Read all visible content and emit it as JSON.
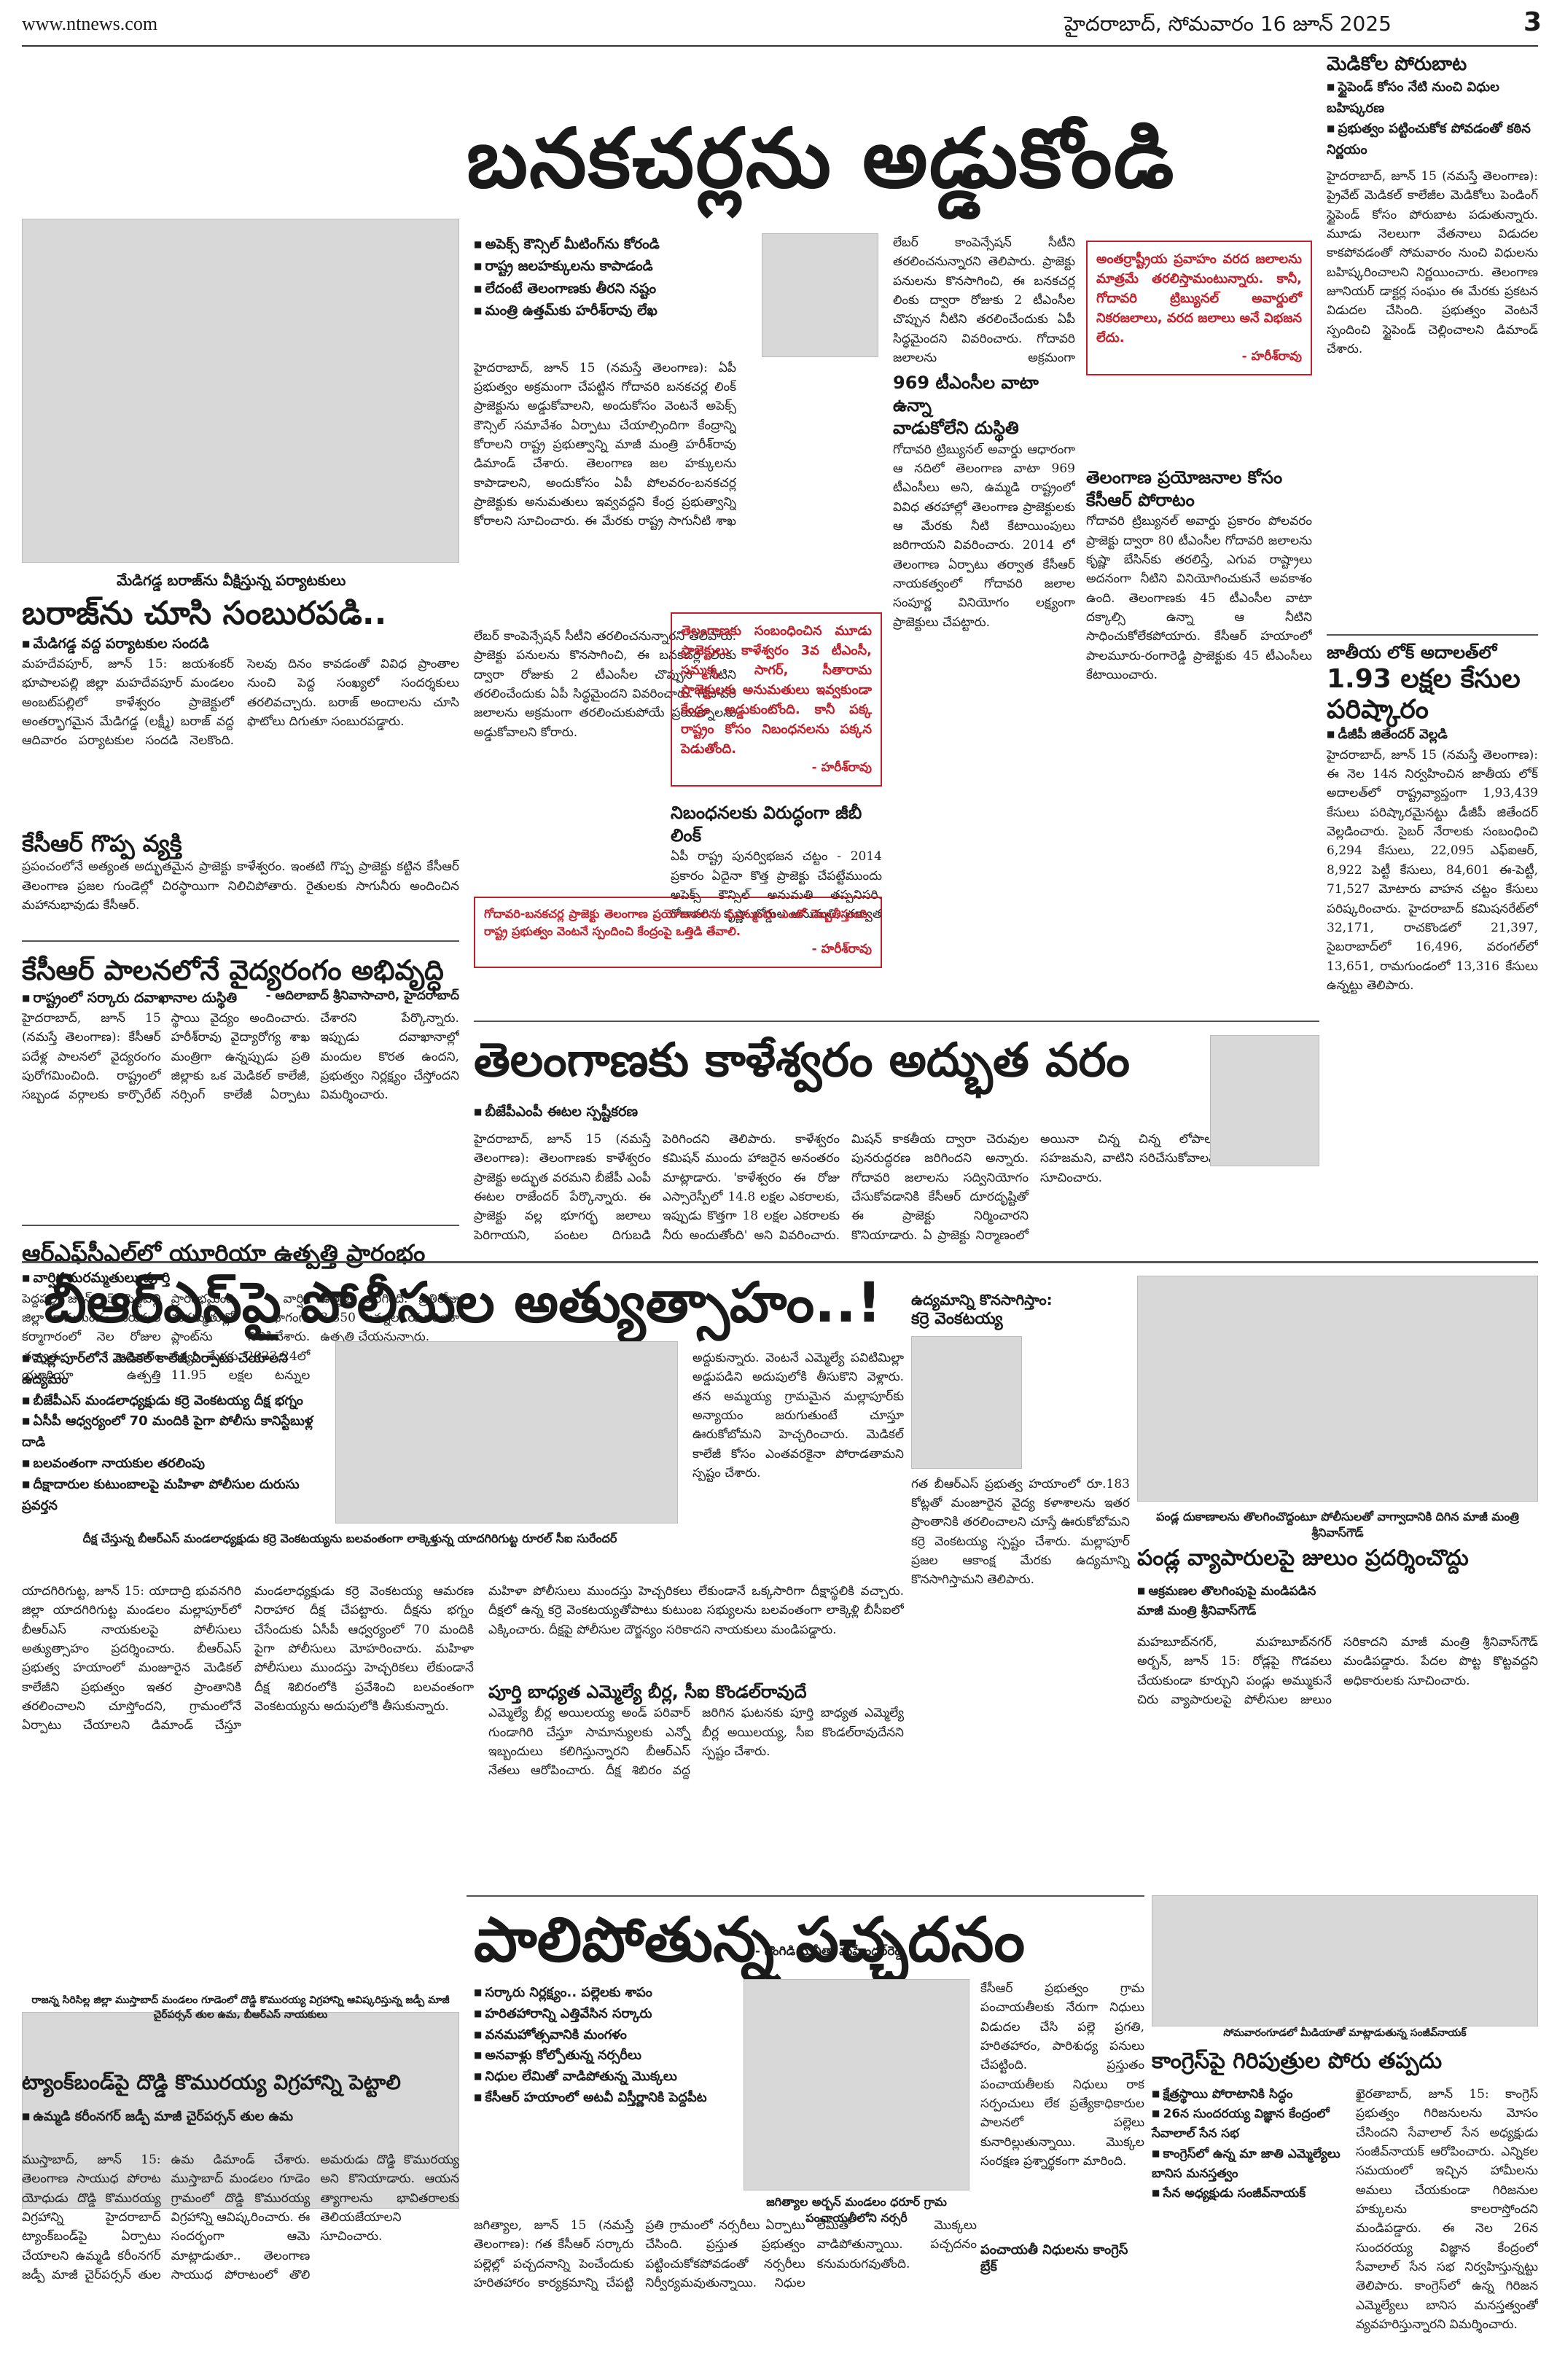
{
  "header": {
    "site": "www.ntnews.com",
    "dateline": "హైదరాబాద్, సోమవారం 16 జూన్ 2025",
    "page_number": "3"
  },
  "lead": {
    "headline": "బనకచర్లను అడ్డుకోండి",
    "bullets": [
      "అపెక్స్ కౌన్సిల్ మీటింగ్‌ను కోరండి",
      "రాష్ట్ర జలహక్కులను కాపాడండి",
      "లేదంటే తెలంగాణకు తీరని నష్టం",
      "మంత్రి ఉత్తమ్‌కు హరీశ్‌రావు లేఖ"
    ],
    "body": "హైదరాబాద్, జూన్ 15 (నమస్తే తెలంగాణ): ఏపీ ప్రభుత్వం అక్రమంగా చేపట్టిన గోదావరి బనకచర్ల లింక్ ప్రాజెక్టును అడ్డుకోవాలని, అందుకోసం వెంటనే అపెక్స్ కౌన్సిల్ సమావేశం ఏర్పాటు చేయాల్సిందిగా కేంద్రాన్ని కోరాలని రాష్ట్ర ప్రభుత్వాన్ని మాజీ మంత్రి హరీశ్‌రావు డిమాండ్ చేశారు. తెలంగాణ జల హక్కులను కాపాడాలని, అందుకోసం ఏపీ పోలవరం-బనకచర్ల ప్రాజెక్టుకు అనుమతులు ఇవ్వవద్దని కేంద్ర ప్రభుత్వాన్ని కోరాలని సూచించారు. ఈ మేరకు రాష్ట్ర సాగునీటి శాఖ మంత్రి ఉత్తమ్‌కుమార్‌రెడ్డికి ఆదివారం లేఖ రాశారు.",
    "redbox": "తెలంగాణకు సంబంధించిన మూడు ప్రాజెక్టులు కాళేశ్వరం 3వ టీఎంసీ, సమ్మక్క సాగర్, సీతారామ ప్రాజెక్టులకు అనుమతులు ఇవ్వకుండా కేంద్రం అడ్డుకుంటోంది. కానీ పక్క రాష్ట్రం కోసం నిబంధనలను పక్కన పెడుతోంది.",
    "signature": "- హరీశ్‌రావు",
    "col3": "లేబర్ కాంపెన్సేషన్ సీటీని తరలించనున్నారని తెలిపారు. ప్రాజెక్టు పనులను కొనసాగించి, ఈ బనకచర్ల లింకు ద్వారా రోజుకు 2 టీఎంసీల చొప్పున నీటిని తరలించేందుకు ఏపీ సిద్ధమైందని వివరించారు. గోదావరి జలాలను అక్రమంగా తరలించుకుపోయే ప్రయత్నాలను అడ్డుకోవాలని కోరారు.",
    "subhead": "నిబంధనలకు విరుద్ధంగా జీబీ లింక్",
    "col3b": "ఏపీ రాష్ట్ర పునర్విభజన చట్టం - 2014 ప్రకారం ఏదైనా కొత్త ప్రాజెక్టు చేపట్టేముందు అపెక్స్ కౌన్సిల్ అనుమతి తప్పనిసరి. గోదావరి / కృష్ణా బోర్డుల అనుమతి, తర్వాత అపెక్స్ కౌన్సిల్ అనుమతి తప్పనిసరి.",
    "redbox2": "గోదావరి-బనకచర్ల ప్రాజెక్టు తెలంగాణ ప్రయోజనాలను మున్ముందు ఎంతో దెబ్బతీస్తుంది. రాష్ట్ర ప్రభుత్వం వెంటనే స్పందించి కేంద్రంపై ఒత్తిడి తేవాలి.",
    "signature2": "- హరీశ్‌రావు",
    "col4_head": "969 టీఎంసీల వాటా ఉన్నా",
    "col4_head2": "వాడుకోలేని దుస్థితి",
    "col4": "గోదావరి ట్రిబ్యునల్ అవార్డు ఆధారంగా ఆ నదిలో తెలంగాణ వాటా 969 టీఎంసీలు అని, ఉమ్మడి రాష్ట్రంలో వివిధ తరహాల్లో తెలంగాణ ప్రాజెక్టులకు ఆ మేరకు నీటి కేటాయింపులు జరిగాయని వివరించారు. 2014 లో తెలంగాణ ఏర్పాటు తర్వాత కేసీఆర్ నాయకత్వంలో గోదావరి జలాల సంపూర్ణ వినియోగం లక్ష్యంగా ప్రాజెక్టులు చేపట్టారు.",
    "redbox3": "అంతర్రాష్ట్రీయ ప్రవాహం వరద జలాలను మాత్రమే తరలిస్తామంటున్నారు. కానీ, గోదావరి ట్రిబ్యునల్ అవార్డులో నికరజలాలు, వరద జలాలు అనే విభజన లేదు.",
    "signature3": "- హరీశ్‌రావు",
    "col5_head": "తెలంగాణ ప్రయోజనాల కోసం కేసీఆర్ పోరాటం",
    "col5": "గోదావరి ట్రిబ్యునల్ అవార్డు ప్రకారం పోలవరం ప్రాజెక్టు ద్వారా 80 టీఎంసీల గోదావరి జలాలను కృష్ణా బేసిన్‌కు తరలిస్తే, ఎగువ రాష్ట్రాలు అదనంగా నీటిని వినియోగించుకునే అవకాశం ఉంది. తెలంగాణకు 45 టీఎంసీల వాటా దక్కాల్సి ఉన్నా ఆ నీటిని సాధించుకోలేకపోయారు. కేసీఆర్ హయాంలో పాలమూరు-రంగారెడ్డి ప్రాజెక్టుకు 45 టీఎంసీలు కేటాయించారు."
  },
  "sidebar": {
    "title": "మెడికోల పోరుబాట",
    "bullets": [
      "స్టైపెండ్ కోసం నేటి నుంచి విధుల బహిష్కరణ",
      "ప్రభుత్వం పట్టించుకోక పోవడంతో కఠిన నిర్ణయం"
    ],
    "body": "హైదరాబాద్, జూన్ 15 (నమస్తే తెలంగాణ): ప్రైవేట్ మెడికల్ కాలేజీల మెడికోలు పెండింగ్ స్టైపెండ్ కోసం పోరుబాట పడుతున్నారు. మూడు నెలలుగా వేతనాలు విడుదల కాకపోవడంతో సోమవారం నుంచి విధులను బహిష్కరించాలని నిర్ణయించారు. తెలంగాణ జూనియర్ డాక్టర్ల సంఘం ఈ మేరకు ప్రకటన విడుదల చేసింది. ప్రభుత్వం వెంటనే స్పందించి స్టైపెండ్ చెల్లించాలని డిమాండ్ చేశారు.",
    "box_title": "జాతీయ లోక్ అదాలత్‌లో",
    "box_head": "1.93 లక్షల కేసుల పరిష్కారం",
    "box_bullet": "డీజీపీ జితేందర్ వెల్లడి",
    "box_body": "హైదరాబాద్, జూన్ 15 (నమస్తే తెలంగాణ): ఈ నెల 14న నిర్వహించిన జాతీయ లోక్ అదాలత్‌లో రాష్ట్రవ్యాప్తంగా 1,93,439 కేసులు పరిష్కారమైనట్టు డీజీపీ జితేందర్ వెల్లడించారు. సైబర్ నేరాలకు సంబంధించి 6,294 కేసులు, 22,095 ఎఫ్ఐఆర్, 8,922 పెట్టీ కేసులు, 84,601 ఈ-పెట్టీ, 71,527 మోటారు వాహన చట్టం కేసులు పరిష్కరించారు. హైదరాబాద్ కమిషనరేట్‌లో 32,171, రాచకొండలో 21,397, సైబరాబాద్‌లో 16,496, వరంగల్‌లో 13,651, రామగుండంలో 13,316 కేసులు ఉన్నట్టు తెలిపారు."
  },
  "barrage": {
    "kicker": "మేడిగడ్డ బరాజ్‌ను వీక్షిస్తున్న పర్యాటకులు",
    "headline": "బరాజ్‌ను చూసి సంబురపడి..",
    "bullet": "మేడిగడ్డ వద్ద పర్యాటకుల సందడి",
    "body": "మహదేవపూర్, జూన్ 15: జయశంకర్ భూపాలపల్లి జిల్లా మహదేవపూర్ మండలం అంబట్‌పల్లిలో కాళేశ్వరం ప్రాజెక్టులో అంతర్భాగమైన మేడిగడ్డ (లక్ష్మీ) బరాజ్ వద్ద ఆదివారం పర్యాటకుల సందడి నెలకొంది. సెలవు దినం కావడంతో వివిధ ప్రాంతాల నుంచి పెద్ద సంఖ్యలో సందర్శకులు తరలివచ్చారు. బరాజ్ అందాలను చూసి ఫొటోలు దిగుతూ సంబురపడ్డారు.",
    "subhead": "కేసీఆర్ గొప్ప వ్యక్తి",
    "body2": "ప్రపంచంలోనే అత్యంత అద్భుతమైన ప్రాజెక్టు కాళేశ్వరం. ఇంతటి గొప్ప ప్రాజెక్టు కట్టిన కేసీఆర్ తెలంగాణ ప్రజల గుండెల్లో చిరస్థాయిగా నిలిచిపోతారు. రైతులకు సాగునీరు అందించిన మహానుభావుడు కేసీఆర్.",
    "signature": "- ఆదిలాబాద్ శ్రీనివాసాచారి, హైదరాబాద్"
  },
  "health": {
    "headline": "కేసీఆర్ పాలనలోనే వైద్యరంగం అభివృద్ధి",
    "bullet": "రాష్ట్రంలో సర్కారు దవాఖానాల దుస్థితి",
    "body": "హైదరాబాద్, జూన్ 15 (నమస్తే తెలంగాణ): కేసీఆర్ పదేళ్ల పాలనలో వైద్యరంగం పురోగమించింది. రాష్ట్రంలో సబ్బండ వర్గాలకు కార్పొరేట్ స్థాయి వైద్యం అందించారు. హరీశ్‌రావు వైద్యారోగ్య శాఖ మంత్రిగా ఉన్నప్పుడు ప్రతి జిల్లాకు ఒక మెడికల్ కాలేజీ, నర్సింగ్ కాలేజీ ఏర్పాటు చేశారని పేర్కొన్నారు. ఇప్పుడు దవాఖానాల్లో మందుల కొరత ఉందని, ప్రభుత్వం నిర్లక్ష్యం చేస్తోందని విమర్శించారు."
  },
  "rfcl": {
    "headline": "ఆర్‌ఎఫ్‌సీఎల్‌లో యూరియా ఉత్పత్తి ప్రారంభం",
    "bullet": "వార్షిక మరమ్మతులు పూర్తి",
    "body": "పెద్దపల్లి, జూన్ 15: పెద్దపల్లి జిల్లా రామగుండం ఎరువుల కర్మాగారంలో నెల రోజుల తర్వాత ఆదివారం యూరియా ఉత్పత్తి ప్రారంభమైంది. వార్షిక మరమ్మతుల్లో భాగంగా ప్లాంట్‌ను నిలిపివేశారు. లక్ష్యం మేరకు 2023-24లో 11.95 లక్షల టన్నుల ఉత్పత్తి జరిగింది. ప్రతిరోజు 3,850 టన్నుల యూరియా ఉత్పత్తి చేయనున్నారు."
  },
  "kaleshwaram": {
    "headline": "తెలంగాణకు కాళేశ్వరం అద్భుత వరం",
    "bullet": "బీజేపీఎంపీ ఈటల స్పష్టీకరణ",
    "body": "హైదరాబాద్, జూన్ 15 (నమస్తే తెలంగాణ): తెలంగాణకు కాళేశ్వరం ప్రాజెక్టు అద్భుత వరమని బీజేపీ ఎంపీ ఈటల రాజేందర్ పేర్కొన్నారు. ఈ ప్రాజెక్టు వల్ల భూగర్భ జలాలు పెరిగాయని, పంటల దిగుబడి పెరిగిందని తెలిపారు. కాళేశ్వరం కమిషన్ ముందు హాజరైన అనంతరం మాట్లాడారు. 'కాళేశ్వరం ఈ రోజు ఎస్సారెస్పీలో 14.8 లక్షల ఎకరాలకు, ఇప్పుడు కొత్తగా 18 లక్షల ఎకరాలకు నీరు అందుతోంది' అని వివరించారు. మిషన్ కాకతీయ ద్వారా చెరువుల పునరుద్ధరణ జరిగిందని అన్నారు. గోదావరి జలాలను సద్వినియోగం చేసుకోవడానికి కేసీఆర్ దూరదృష్టితో ఈ ప్రాజెక్టు నిర్మించారని కొనియాడారు. ఏ ప్రాజెక్టు నిర్మాణంలో అయినా చిన్న చిన్న లోపాలు సహజమని, వాటిని సరిచేసుకోవాలని సూచించారు."
  },
  "police": {
    "headline": "బీఆర్‌ఎస్‌పై పోలీసుల అత్యుత్సాహం..!",
    "bullets": [
      "మల్లాపూర్‌లోనే మెడికల్ కాలేజీ ఏర్పాటు చేయాలని ఉద్యమం",
      "బీజేపీఎస్ మండలాధ్యక్షుడు కర్రె వెంకటయ్య దీక్ష భగ్నం",
      "ఏసీపీ ఆధ్వర్యంలో 70 మందికి పైగా పోలీసు కానిస్టేబుళ్ల దాడి",
      "బలవంతంగా నాయకుల తరలింపు",
      "దీక్షాదారుల కుటుంబాలపై మహిళా పోలీసుల దురుసు ప్రవర్తన"
    ],
    "photo_caption": "దీక్ష చేస్తున్న బీఆర్‌ఎస్ మండలాధ్యక్షుడు కర్రె వెంకటయ్యను బలవంతంగా లాక్కెళ్తున్న యాదగిరిగుట్ట రూరల్ సీఐ సురేందర్",
    "body": "యాదగిరిగుట్ట, జూన్ 15: యాదాద్రి భువనగిరి జిల్లా యాదగిరిగుట్ట మండలం మల్లాపూర్‌లో బీఆర్‌ఎస్ నాయకులపై పోలీసులు అత్యుత్సాహం ప్రదర్శించారు. బీఆర్‌ఎస్ ప్రభుత్వ హయాంలో మంజూరైన మెడికల్ కాలేజీని ప్రభుత్వం ఇతర ప్రాంతానికి తరలించాలని చూస్తోందని, గ్రామంలోనే ఏర్పాటు చేయాలని డిమాండ్ చేస్తూ మండలాధ్యక్షుడు కర్రె వెంకటయ్య ఆమరణ నిరాహార దీక్ష చేపట్టారు. దీక్షను భగ్నం చేసేందుకు ఏసీపీ ఆధ్వర్యంలో 70 మందికి పైగా పోలీసులు మోహరించారు. మహిళా పోలీసులు ముందస్తు హెచ్చరికలు లేకుండానే దీక్ష శిబిరంలోకి ప్రవేశించి బలవంతంగా వెంకటయ్యను అదుపులోకి తీసుకున్నారు.",
    "col2": "మహిళా పోలీసులు ముందస్తు హెచ్చరికలు లేకుండానే ఒక్కసారిగా దీక్షాస్థలికి వచ్చారు. దీక్షలో ఉన్న కర్రె వెంకటయ్యతోపాటు కుటుంబ సభ్యులను బలవంతంగా లాక్కెళ్లి బీసీఐలో ఎక్కించారు. దీక్షపై పోలీసుల దౌర్జన్యం సరికాదని నాయకులు మండిపడ్డారు.",
    "subhead": "పూర్తి బాధ్యత ఎమ్మెల్యే బీర్ల, సీఐ కొండల్‌రావుదే",
    "col3": "ఎమ్మెల్యే బీర్ల అయిలయ్య అండ్ పరివార్ గుండాగిరి చేస్తూ సామాన్యులకు ఎన్నో ఇబ్బందులు కలిగిస్తున్నారని బీఆర్‌ఎస్ నేతలు ఆరోపించారు. దీక్ష శిబిరం వద్ద జరిగిన ఘటనకు పూర్తి బాధ్యత ఎమ్మెల్యే బీర్ల అయిలయ్య, సీఐ కొండల్‌రావుదేనని స్పష్టం చేశారు.",
    "signature": "- గొంగిడి సునీతా మహేందర్‌రెడ్డి",
    "col4": "అద్దుకున్నారు. వెంటనే ఎమ్మెల్యే పవిటిమిల్లా అడ్డుపడిని అదుపులోకి తీసుకొని వెళ్లారు. తన అమ్మయ్య గ్రామమైన మల్లాపూర్‌కు అన్యాయం జరుగుతుంటే చూస్తూ ఊరుకోబోమని హెచ్చరించారు. మెడికల్ కాలేజీ కోసం ఎంతవరకైనా పోరాడతామని స్పష్టం చేశారు.",
    "side_head": "ఉద్యమాన్ని కొనసాగిస్తాం:",
    "side_head2": "కర్రె వెంకటయ్య",
    "side_body": "గత బీఆర్‌ఎస్ ప్రభుత్వ హయాంలో రూ.183 కోట్లతో మంజూరైన వైద్య కళాశాలను ఇతర ప్రాంతానికి తరలించాలని చూస్తే ఊరుకోబోమని కర్రె వెంకటయ్య స్పష్టం చేశారు. మల్లాపూర్ ప్రజల ఆకాంక్ష మేరకు ఉద్యమాన్ని కొనసాగిస్తామని తెలిపారు."
  },
  "panda": {
    "photo_caption": "పండ్ల దుకాణాలను తొలగించొద్దంటూ పోలీసులతో వాగ్వాదానికి దిగిన మాజీ మంత్రి శ్రీనివాస్‌గౌడ్",
    "headline": "పండ్ల వ్యాపారులపై జులుం ప్రదర్శించొద్దు",
    "bullet": "ఆక్రమణల తొలగింపుపై మండిపడిన మాజీ మంత్రి శ్రీనివాస్‌గౌడ్",
    "body": "మహబూబ్‌నగర్, మహబూబ్‌నగర్ అర్బన్, జూన్ 15: రోడ్లపై గొడవలు చేయకుండా కూర్చుని పండ్లు అమ్ముకునే చిరు వ్యాపారులపై పోలీసుల జులుం సరికాదని మాజీ మంత్రి శ్రీనివాస్‌గౌడ్ మండిపడ్డారు. పేదల పొట్ట కొట్టవద్దని అధికారులకు సూచించారు."
  },
  "green": {
    "headline": "పాలిపోతున్న పచ్చదనం",
    "bullets": [
      "సర్కారు నిర్లక్ష్యం.. పల్లెలకు శాపం",
      "హరితహారాన్ని ఎత్తివేసిన సర్కారు",
      "వనమహోత్సవానికి మంగళం",
      "అనవాళ్లు కోల్పోతున్న నర్సరీలు",
      "నిధుల లేమితో వాడిపోతున్న మొక్కలు",
      "కేసీఆర్ హయాంలో అటవీ విస్తీర్ణానికి పెద్దపీట"
    ],
    "caption": "జగిత్యాల అర్బన్ మండలం ధరూర్ గ్రామ పంచాయతీలోని నర్సరీ",
    "body": "జగిత్యాల, జూన్ 15 (నమస్తే తెలంగాణ): గత కేసీఆర్ సర్కారు పల్లెల్లో పచ్చదనాన్ని పెంచేందుకు హరితహారం కార్యక్రమాన్ని చేపట్టి ప్రతి గ్రామంలో నర్సరీలు ఏర్పాటు చేసింది. ప్రస్తుత ప్రభుత్వం పట్టించుకోకపోవడంతో నర్సరీలు నిర్వీర్యమవుతున్నాయి. నిధుల లేమితో మొక్కలు వాడిపోతున్నాయి. పచ్చదనం కనుమరుగవుతోంది.",
    "subhead": "పంచాయతీ నిధులను కాంగ్రెస్ బ్రేక్",
    "col2": "కేసీఆర్ ప్రభుత్వం గ్రామ పంచాయతీలకు నేరుగా నిధులు విడుదల చేసి పల్లె ప్రగతి, హరితహారం, పారిశుధ్య పనులు చేపట్టింది. ప్రస్తుతం పంచాయతీలకు నిధులు రాక సర్పంచులు లేక ప్రత్యేకాధికారుల పాలనలో పల్లెలు కునారిల్లుతున్నాయి. మొక్కల సంరక్షణ ప్రశ్నార్థకంగా మారింది."
  },
  "statue": {
    "kicker": "రాజన్న సిరిసిల్ల జిల్లా ముస్తాబాద్ మండలం గూడెంలో దొడ్డి కొమురయ్య విగ్రహాన్ని ఆవిష్కరిస్తున్న జడ్పీ మాజీ చైర్‌పర్సన్ తుల ఉమ, బీఆర్‌ఎస్ నాయకులు",
    "headline": "ట్యాంక్‌బండ్‌పై దొడ్డి కొమురయ్య విగ్రహాన్ని పెట్టాలి",
    "bullet": "ఉమ్మడి కరీంనగర్ జడ్పీ మాజీ చైర్‌పర్సన్ తుల ఉమ",
    "body": "ముస్తాబాద్, జూన్ 15: తెలంగాణ సాయుధ పోరాట యోధుడు దొడ్డి కొమురయ్య విగ్రహాన్ని హైదరాబాద్ ట్యాంక్‌బండ్‌పై ఏర్పాటు చేయాలని ఉమ్మడి కరీంనగర్ జడ్పీ మాజీ చైర్‌పర్సన్ తుల ఉమ డిమాండ్ చేశారు. ముస్తాబాద్ మండలం గూడెం గ్రామంలో దొడ్డి కొమురయ్య విగ్రహాన్ని ఆవిష్కరించారు. ఈ సందర్భంగా ఆమె మాట్లాడుతూ.. తెలంగాణ సాయుధ పోరాటంలో తొలి అమరుడు దొడ్డి కొమురయ్య అని కొనియాడారు. ఆయన త్యాగాలను భావితరాలకు తెలియజేయాలని సూచించారు."
  },
  "congress": {
    "kicker": "సోమవారంగూడలో మీడియాతో మాట్లాడుతున్న సంజీవ్‌నాయక్",
    "headline": "కాంగ్రెస్‌పై గిరిపుత్రుల పోరు తప్పదు",
    "bullets": [
      "క్షేత్రస్థాయి పోరాటానికి సిద్ధం",
      "26న సుందరయ్య విజ్ఞాన కేంద్రంలో సేవాలాల్ సేన సభ",
      "కాంగ్రెస్‌లో ఉన్న మా జాతి ఎమ్మెల్యేలు బానిస మనస్తత్వం",
      "సేన అధ్యక్షుడు సంజీవ్‌నాయక్"
    ],
    "body": "ఖైరతాబాద్, జూన్ 15: కాంగ్రెస్ ప్రభుత్వం గిరిజనులను మోసం చేసిందని సేవాలాల్ సేన అధ్యక్షుడు సంజీవ్‌నాయక్ ఆరోపించారు. ఎన్నికల సమయంలో ఇచ్చిన హామీలను అమలు చేయకుండా గిరిజనుల హక్కులను కాలరాస్తోందని మండిపడ్డారు. ఈ నెల 26న సుందరయ్య విజ్ఞాన కేంద్రంలో సేవాలాల్ సేన సభ నిర్వహిస్తున్నట్టు తెలిపారు. కాంగ్రెస్‌లో ఉన్న గిరిజన ఎమ్మెల్యేలు బానిస మనస్తత్వంతో వ్యవహరిస్తున్నారని విమర్శించారు."
  }
}
